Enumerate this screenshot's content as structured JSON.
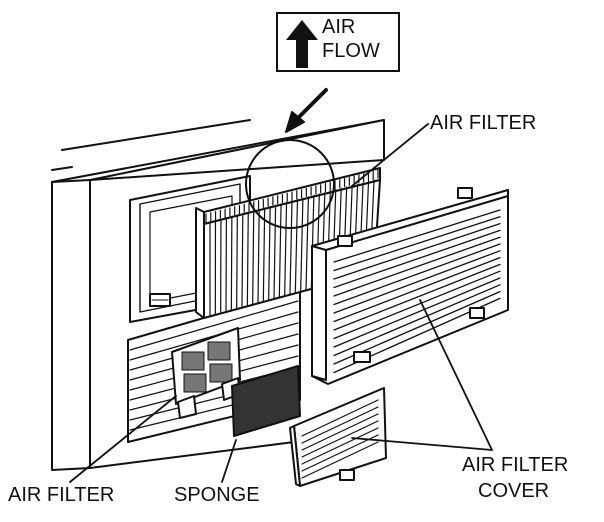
{
  "diagram": {
    "callout": {
      "line1": "AIR",
      "line2": "FLOW",
      "icon": "up-arrow-icon"
    },
    "labels": {
      "air_filter_top": "AIR FILTER",
      "air_filter_bottom": "AIR FILTER",
      "sponge": "SPONGE",
      "cover_line1": "AIR FILTER",
      "cover_line2": "COVER"
    },
    "colors": {
      "ink": "#111111",
      "paper": "#ffffff"
    }
  }
}
